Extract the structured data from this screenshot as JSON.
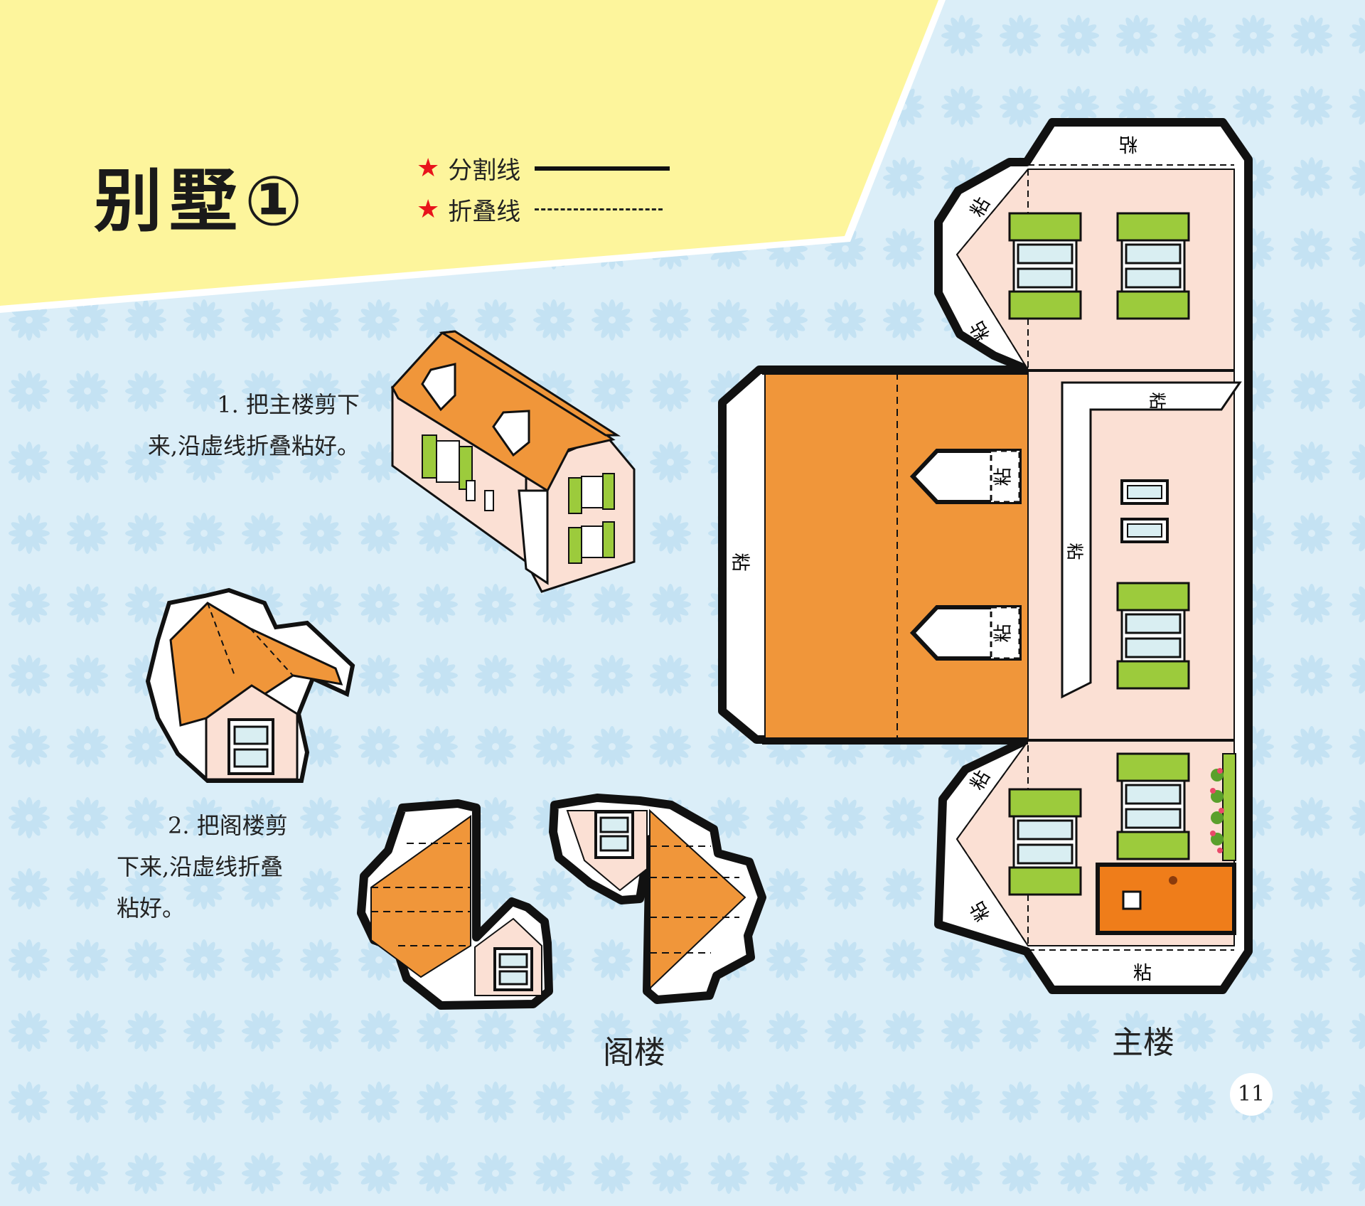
{
  "title": "别墅①",
  "legend": {
    "cut_label": "分割线",
    "fold_label": "折叠线",
    "star_icon": "star-icon"
  },
  "instructions": {
    "step1_line1": "1. 把主楼剪下",
    "step1_line2": "来,沿虚线折叠粘好。",
    "step2_line1": "2. 把阁楼剪",
    "step2_line2": "下来,沿虚线折叠",
    "step2_line3": "粘好。"
  },
  "captions": {
    "attic": "阁楼",
    "main_building": "主楼"
  },
  "glue_label": "粘",
  "page_number": "11",
  "colors": {
    "background": "#dbeef8",
    "banner": "#fdf59c",
    "roof": "#f0963a",
    "wall": "#fbe0d4",
    "window_frame": "#9ccb3c",
    "glass": "#d9eef2",
    "door": "#ef7d1a"
  }
}
